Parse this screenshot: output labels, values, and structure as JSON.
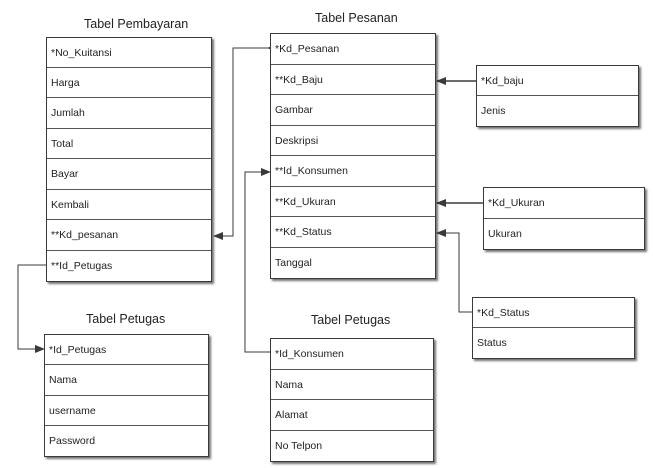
{
  "tables": {
    "pembayaran": {
      "title": "Tabel Pembayaran",
      "fields": [
        "*No_Kuitansi",
        "Harga",
        "Jumlah",
        "Total",
        "Bayar",
        "Kembali",
        "**Kd_pesanan",
        "**Id_Petugas"
      ]
    },
    "pesanan": {
      "title": "Tabel Pesanan",
      "fields": [
        "*Kd_Pesanan",
        "**Kd_Baju",
        "Gambar",
        "Deskripsi",
        "**Id_Konsumen",
        "**Kd_Ukuran",
        "**Kd_Status",
        "Tanggal"
      ]
    },
    "baju": {
      "fields": [
        "*Kd_baju",
        "Jenis"
      ]
    },
    "ukuran": {
      "fields": [
        "*Kd_Ukuran",
        "Ukuran"
      ]
    },
    "status": {
      "fields": [
        "*Kd_Status",
        "Status"
      ]
    },
    "petugas": {
      "title": "Tabel Petugas",
      "fields": [
        "*Id_Petugas",
        "Nama",
        "username",
        "Password"
      ]
    },
    "konsumen": {
      "title": "Tabel Petugas",
      "fields": [
        "*Id_Konsumen",
        "Nama",
        "Alamat",
        "No Telpon"
      ]
    }
  },
  "colors": {
    "line": "#3a3a3a",
    "border": "#3a3a3a"
  }
}
